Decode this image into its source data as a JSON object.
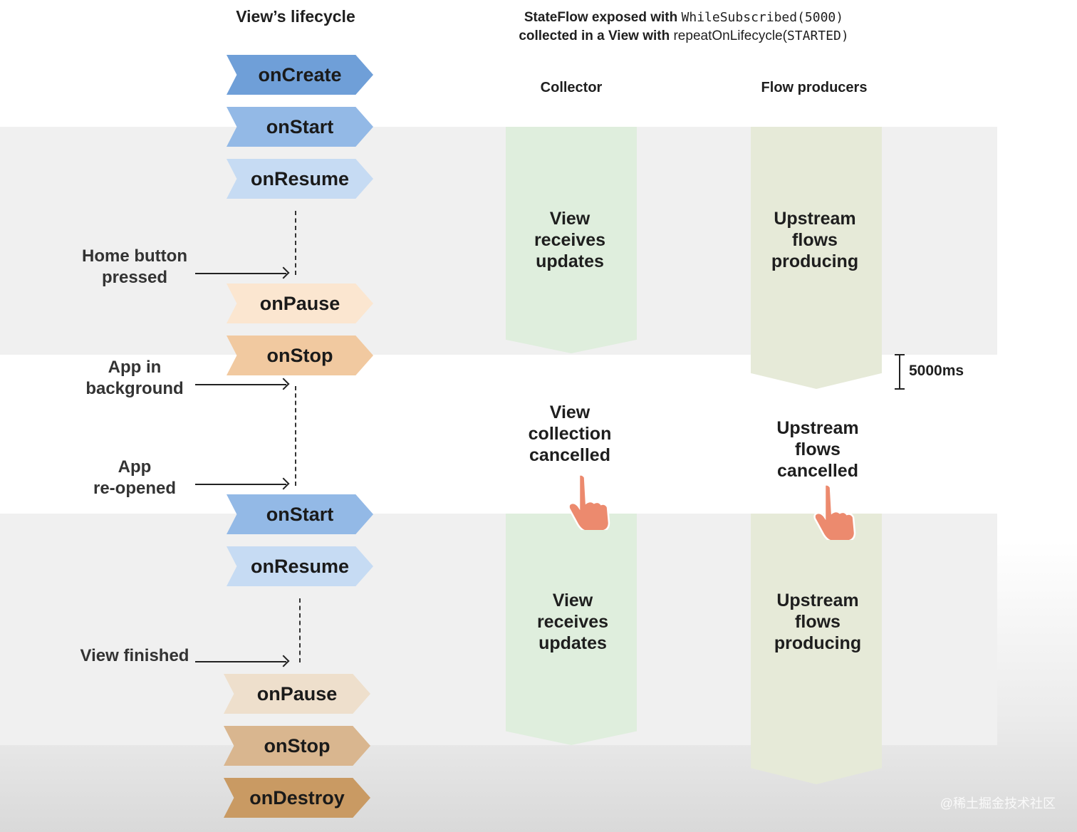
{
  "header": {
    "lifecycle_title": "View’s lifecycle",
    "line1_a": "StateFlow exposed with ",
    "line1_code": "WhileSubscribed(5000)",
    "line2_a": "collected in a View with ",
    "line2_b": "repeatOnLifecycle(",
    "line2_code": "STARTED",
    "line2_c": ")"
  },
  "columns": {
    "collector": "Collector",
    "producers": "Flow producers"
  },
  "lifecycle": [
    {
      "label": "onCreate",
      "color": "#6f9fd8"
    },
    {
      "label": "onStart",
      "color": "#93b9e6"
    },
    {
      "label": "onResume",
      "color": "#c6dbf3"
    },
    {
      "label": "onPause",
      "color": "#fbe6d0"
    },
    {
      "label": "onStop",
      "color": "#f1c9a0"
    },
    {
      "label": "onStart",
      "color": "#93b9e6"
    },
    {
      "label": "onResume",
      "color": "#c6dbf3"
    },
    {
      "label": "onPause",
      "color": "#eedfcc"
    },
    {
      "label": "onStop",
      "color": "#d9b68f"
    },
    {
      "label": "onDestroy",
      "color": "#c99a63"
    }
  ],
  "events": {
    "home": "Home button\npressed",
    "background": "App in\nbackground",
    "reopened": "App\nre-opened",
    "finished": "View finished"
  },
  "collector_labels": {
    "top": "View\nreceives\nupdates",
    "cancel": "View\ncollection\ncancelled",
    "bottom": "View\nreceives\nupdates"
  },
  "producer_labels": {
    "top": "Upstream\nflows\nproducing",
    "cancel": "Upstream\nflows\ncancelled",
    "bottom": "Upstream\nflows\nproducing"
  },
  "timeout_label": "5000ms",
  "colors": {
    "collector_bar": "#dfeedd",
    "producer_bar": "#e6ead8",
    "band": "#f0f0f0",
    "hand": "#ec8a6e"
  },
  "watermark": "@稀土掘金技术社区"
}
